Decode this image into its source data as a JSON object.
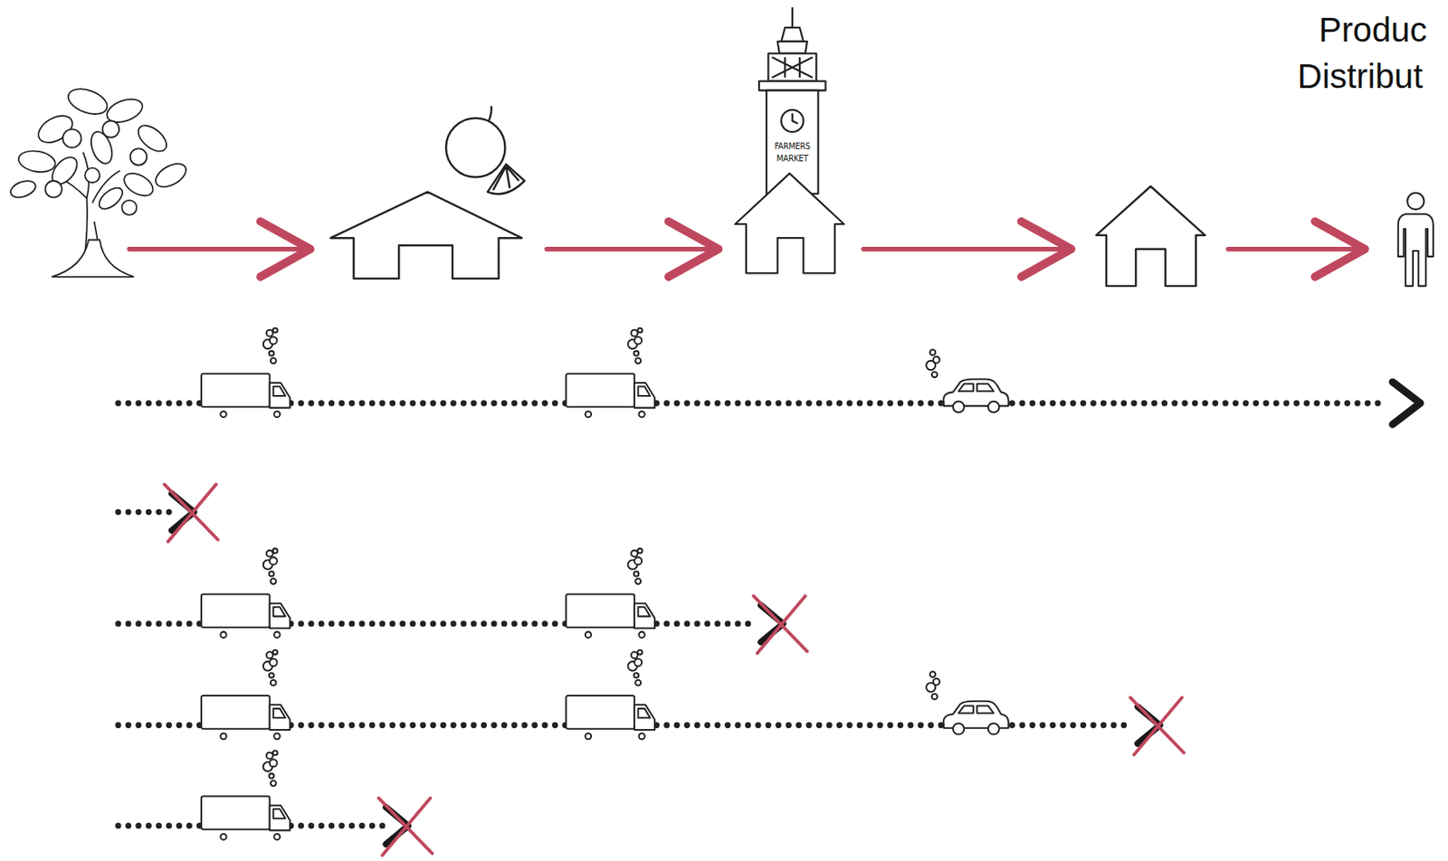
{
  "diagram": {
    "nodes": [
      {
        "text": [
          "FARMERS MARKET"
        ]
      }
    ],
    "labels": [
      "Produc",
      "Distribut"
    ]
  }
}
